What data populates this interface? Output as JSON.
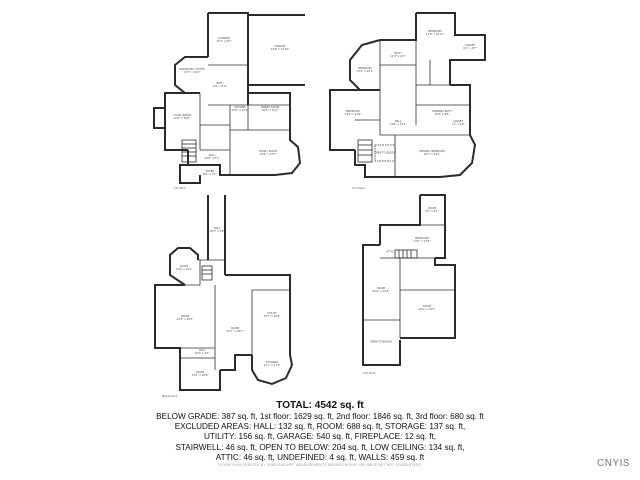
{
  "plans": {
    "first": {
      "floor_label": "1st floor",
      "rooms": [
        {
          "name": "LAUNDRY",
          "dims": "10'1\" x 8'1\""
        },
        {
          "name": "GARAGE",
          "dims": "24'9\" x 21'10\""
        },
        {
          "name": "MUDROOM / FOYER",
          "dims": "13'3\" x 10'2\""
        },
        {
          "name": "BATH",
          "dims": "8'1\" x 5'4\""
        },
        {
          "name": "LIVING ROOM",
          "dims": "22'9\" x 18'5\""
        },
        {
          "name": "KITCHEN",
          "dims": "15'9\" x 13'5\""
        },
        {
          "name": "DINING ROOM",
          "dims": "16'3\" x 14'1\""
        },
        {
          "name": "FAMILY ROOM",
          "dims": "18'9\" x 17'5\""
        },
        {
          "name": "HALL",
          "dims": "10'2\" x 6'1\""
        },
        {
          "name": "FOYER",
          "dims": "8'5\" x 7'1\""
        }
      ]
    },
    "second": {
      "floor_label": "2nd floor",
      "rooms": [
        {
          "name": "BEDROOM",
          "dims": "17'6\" x 16'11\""
        },
        {
          "name": "BATH",
          "dims": "11'8\" x 6'4\""
        },
        {
          "name": "BEDROOM",
          "dims": "13'9\" x 12'1\""
        },
        {
          "name": "CLOSET",
          "dims": "6'1\" x 4'7\""
        },
        {
          "name": "BEDROOM",
          "dims": "14'5\" x 12'6\""
        },
        {
          "name": "PRIMARY BATH",
          "dims": "12'3\" x 9'6\""
        },
        {
          "name": "HALL",
          "dims": "14'8\" x 3'10\""
        },
        {
          "name": "OPEN TO BELOW",
          "dims": ""
        },
        {
          "name": "PRIMARY BEDROOM",
          "dims": "18'7\" x 16'2\""
        },
        {
          "name": "CLOSET",
          "dims": "7'3\" x 5'6\""
        }
      ]
    },
    "basement": {
      "floor_label": "Basement",
      "rooms": [
        {
          "name": "ROOM",
          "dims": "12'4\" x 10'1\""
        },
        {
          "name": "HALL",
          "dims": "19'5\" x 3'6\""
        },
        {
          "name": "ROOM",
          "dims": "22'9\" x 18'5\""
        },
        {
          "name": "ROOM",
          "dims": "22'1\" x 18'7\""
        },
        {
          "name": "UTILITY",
          "dims": "15'7\" x 10'9\""
        },
        {
          "name": "STORAGE",
          "dims": "12'1\" x 11'5\""
        },
        {
          "name": "HALL",
          "dims": "10'3\" x 4'1\""
        },
        {
          "name": "ROOM",
          "dims": "14'5\" x 10'9\""
        }
      ]
    },
    "third": {
      "floor_label": "3rd floor",
      "rooms": [
        {
          "name": "ROOM",
          "dims": "9'5\" x 9'1\""
        },
        {
          "name": "BEDROOM",
          "dims": "13'1\" x 12'5\""
        },
        {
          "name": "ATTIC",
          "dims": ""
        },
        {
          "name": "ROOM",
          "dims": "20'5\" x 14'9\""
        },
        {
          "name": "ROOM",
          "dims": "18'1\" x 12'7\""
        },
        {
          "name": "OPEN TO BELOW",
          "dims": ""
        }
      ]
    }
  },
  "summary": {
    "total": "TOTAL: 4542 sq. ft",
    "lines": [
      "BELOW GRADE: 387 sq. ft, 1st floor: 1629 sq. ft, 2nd floor: 1846 sq. ft, 3rd floor: 680 sq. ft",
      "EXCLUDED AREAS: HALL: 132 sq. ft, ROOM: 688 sq. ft, STORAGE: 137 sq. ft,",
      "UTILITY: 156 sq. ft, GARAGE: 540 sq. ft, FIREPLACE: 12 sq. ft,",
      "STAIRWELL: 46 sq. ft, OPEN TO BELOW: 204 sq. ft, LOW CEILING: 134 sq. ft,",
      "ATTIC: 46 sq. ft, UNDEFINED: 4 sq. ft, WALLS: 459 sq. ft"
    ],
    "disclaimer": "FLOOR PLAN CREATED BY CUBICASA APP. MEASUREMENTS DEEMED HIGHLY RELIABLE BUT NOT GUARANTEED."
  },
  "brand": "CNYIS",
  "colors": {
    "wall": "#2b2b2b",
    "text": "#111111",
    "muted": "#999999"
  }
}
